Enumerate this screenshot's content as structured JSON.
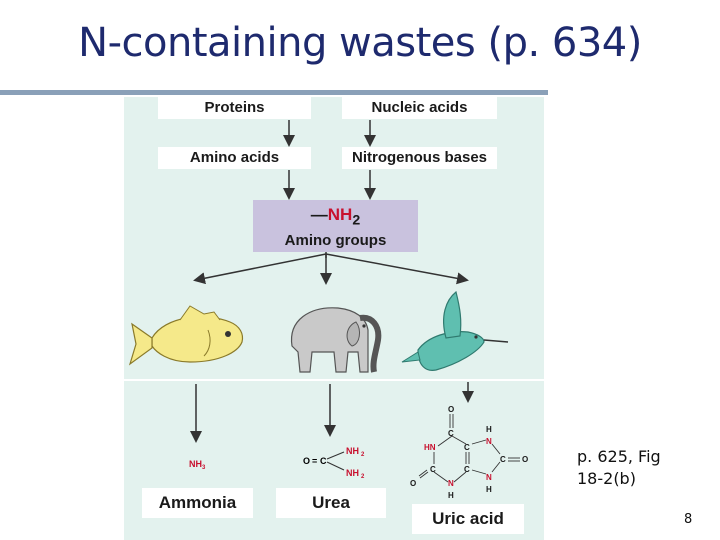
{
  "title": "N-containing wastes (p. 634)",
  "diagram": {
    "sources": [
      "Proteins",
      "Nucleic acids"
    ],
    "intermediates": [
      "Amino acids",
      "Nitrogenous bases"
    ],
    "amino_group": {
      "formula_prefix": "—",
      "formula_n": "NH",
      "formula_sub": "2",
      "label": "Amino groups"
    },
    "organisms": [
      "fish",
      "elephant",
      "bird"
    ],
    "wastes": [
      "Ammonia",
      "Urea",
      "Uric acid"
    ],
    "ammonia_formula": {
      "main": "NH",
      "sub": "3"
    },
    "urea_formula": {
      "o": "O",
      "eq": "=",
      "c": "C",
      "nh2_top": "NH",
      "nh2_bottom": "NH",
      "sub": "2"
    },
    "uric_acid_atoms": {
      "o": "O",
      "c": "C",
      "hn": "HN",
      "n": "N",
      "h": "H"
    },
    "colors": {
      "panel": "#e3f2ee",
      "amino": "#c9c2de",
      "nitrogen": "#c8102e",
      "title": "#1e2a6e",
      "fish": "#f5e98a",
      "elephant": "#c9c9c9",
      "bird": "#5fbfb0"
    }
  },
  "caption": {
    "line1": "p. 625, Fig",
    "line2": "18-2(b)"
  },
  "page_number": "8"
}
